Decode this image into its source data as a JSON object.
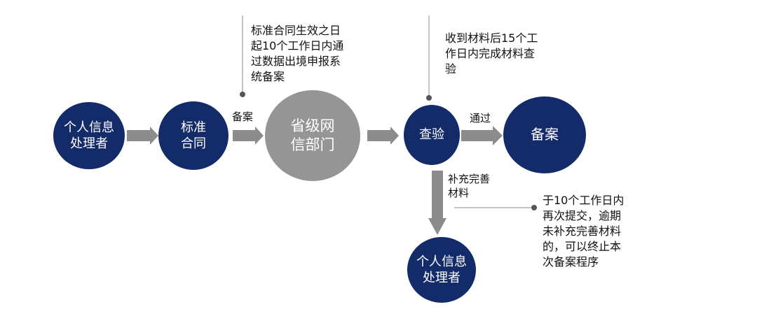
{
  "nodes": {
    "processor_start": "个人信息\n处理者",
    "standard_contract": "标准\n合同",
    "provincial_office": "省级网\n信部门",
    "review": "查验",
    "filing": "备案",
    "processor_end": "个人信息\n处理者"
  },
  "edge_labels": {
    "filing": "备案",
    "pass": "通过",
    "supplement": "补充完善\n材料"
  },
  "notes": {
    "contract_note": "标准合同生效之日\n起10个工作日内通\n过数据出境申报系\n统备案",
    "review_note": "收到材料后15个工\n作日内完成材料查\n验",
    "resubmit_note": "于10个工作日内\n再次提交，逾期\n未补充完善材料\n的，可以终止本\n次备案程序"
  },
  "colors": {
    "navy": "#142b6a",
    "grey_node": "#959595",
    "arrow": "#8c8c8c",
    "leader_line": "#8a8a8a",
    "leader_dot": "#555555"
  }
}
